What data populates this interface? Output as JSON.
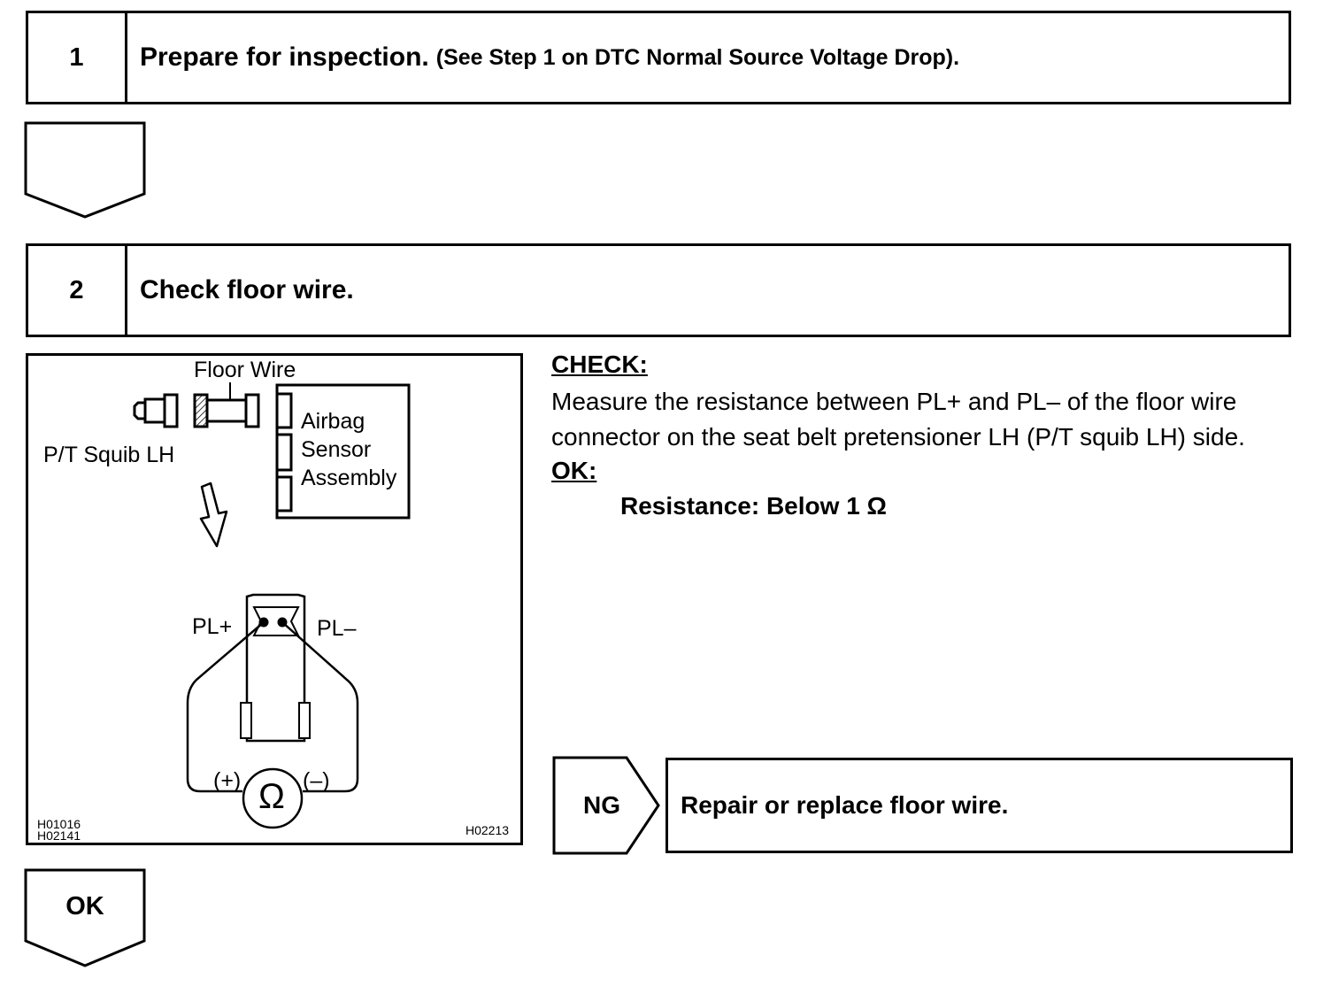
{
  "steps": [
    {
      "number": "1",
      "title": "Prepare for inspection.",
      "reference": "(See Step 1 on DTC Normal Source Voltage Drop)."
    },
    {
      "number": "2",
      "title": "Check floor wire."
    }
  ],
  "figure": {
    "floor_wire_label": "Floor Wire",
    "squib_label": "P/T Squib LH",
    "sensor_label_line1": "Airbag",
    "sensor_label_line2": "Sensor",
    "sensor_label_line3": "Assembly",
    "pl_plus": "PL+",
    "pl_minus": "PL–",
    "meter_plus": "(+)",
    "meter_minus": "(–)",
    "ohm_symbol": "Ω",
    "code_1": "H01016",
    "code_2": "H02141",
    "code_3": "H02213"
  },
  "check": {
    "heading": "CHECK:",
    "body": "Measure the resistance between PL+ and PL– of the floor wire connector on the seat belt pretensioner LH (P/T squib LH) side.",
    "ok_heading": "OK:",
    "spec": "Resistance: Below 1 Ω"
  },
  "result": {
    "ng_label": "NG",
    "ng_action": "Repair or replace floor wire.",
    "ok_label": "OK"
  }
}
